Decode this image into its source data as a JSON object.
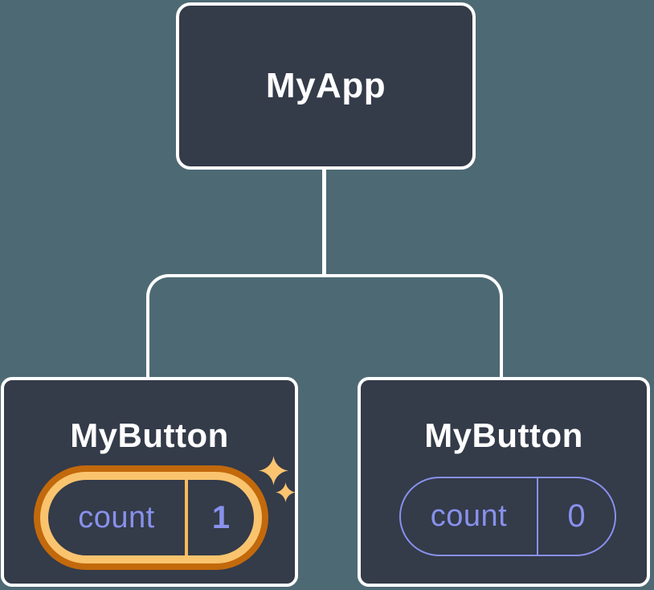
{
  "diagram": {
    "root": {
      "label": "MyApp"
    },
    "children": [
      {
        "label": "MyButton",
        "state_key": "count",
        "state_value": "1",
        "highlighted": true
      },
      {
        "label": "MyButton",
        "state_key": "count",
        "state_value": "0",
        "highlighted": false
      }
    ],
    "colors": {
      "background": "#4D6A74",
      "node_fill": "#343B49",
      "node_border": "#FFFFFF",
      "connector": "#FFFFFF",
      "state_purple": "#8891EC",
      "highlight_gold": "#FAC46E",
      "highlight_orange_deep": "#C2690C",
      "divider_gold": "#F7BA5C",
      "sparkle": "#FBC470"
    }
  }
}
